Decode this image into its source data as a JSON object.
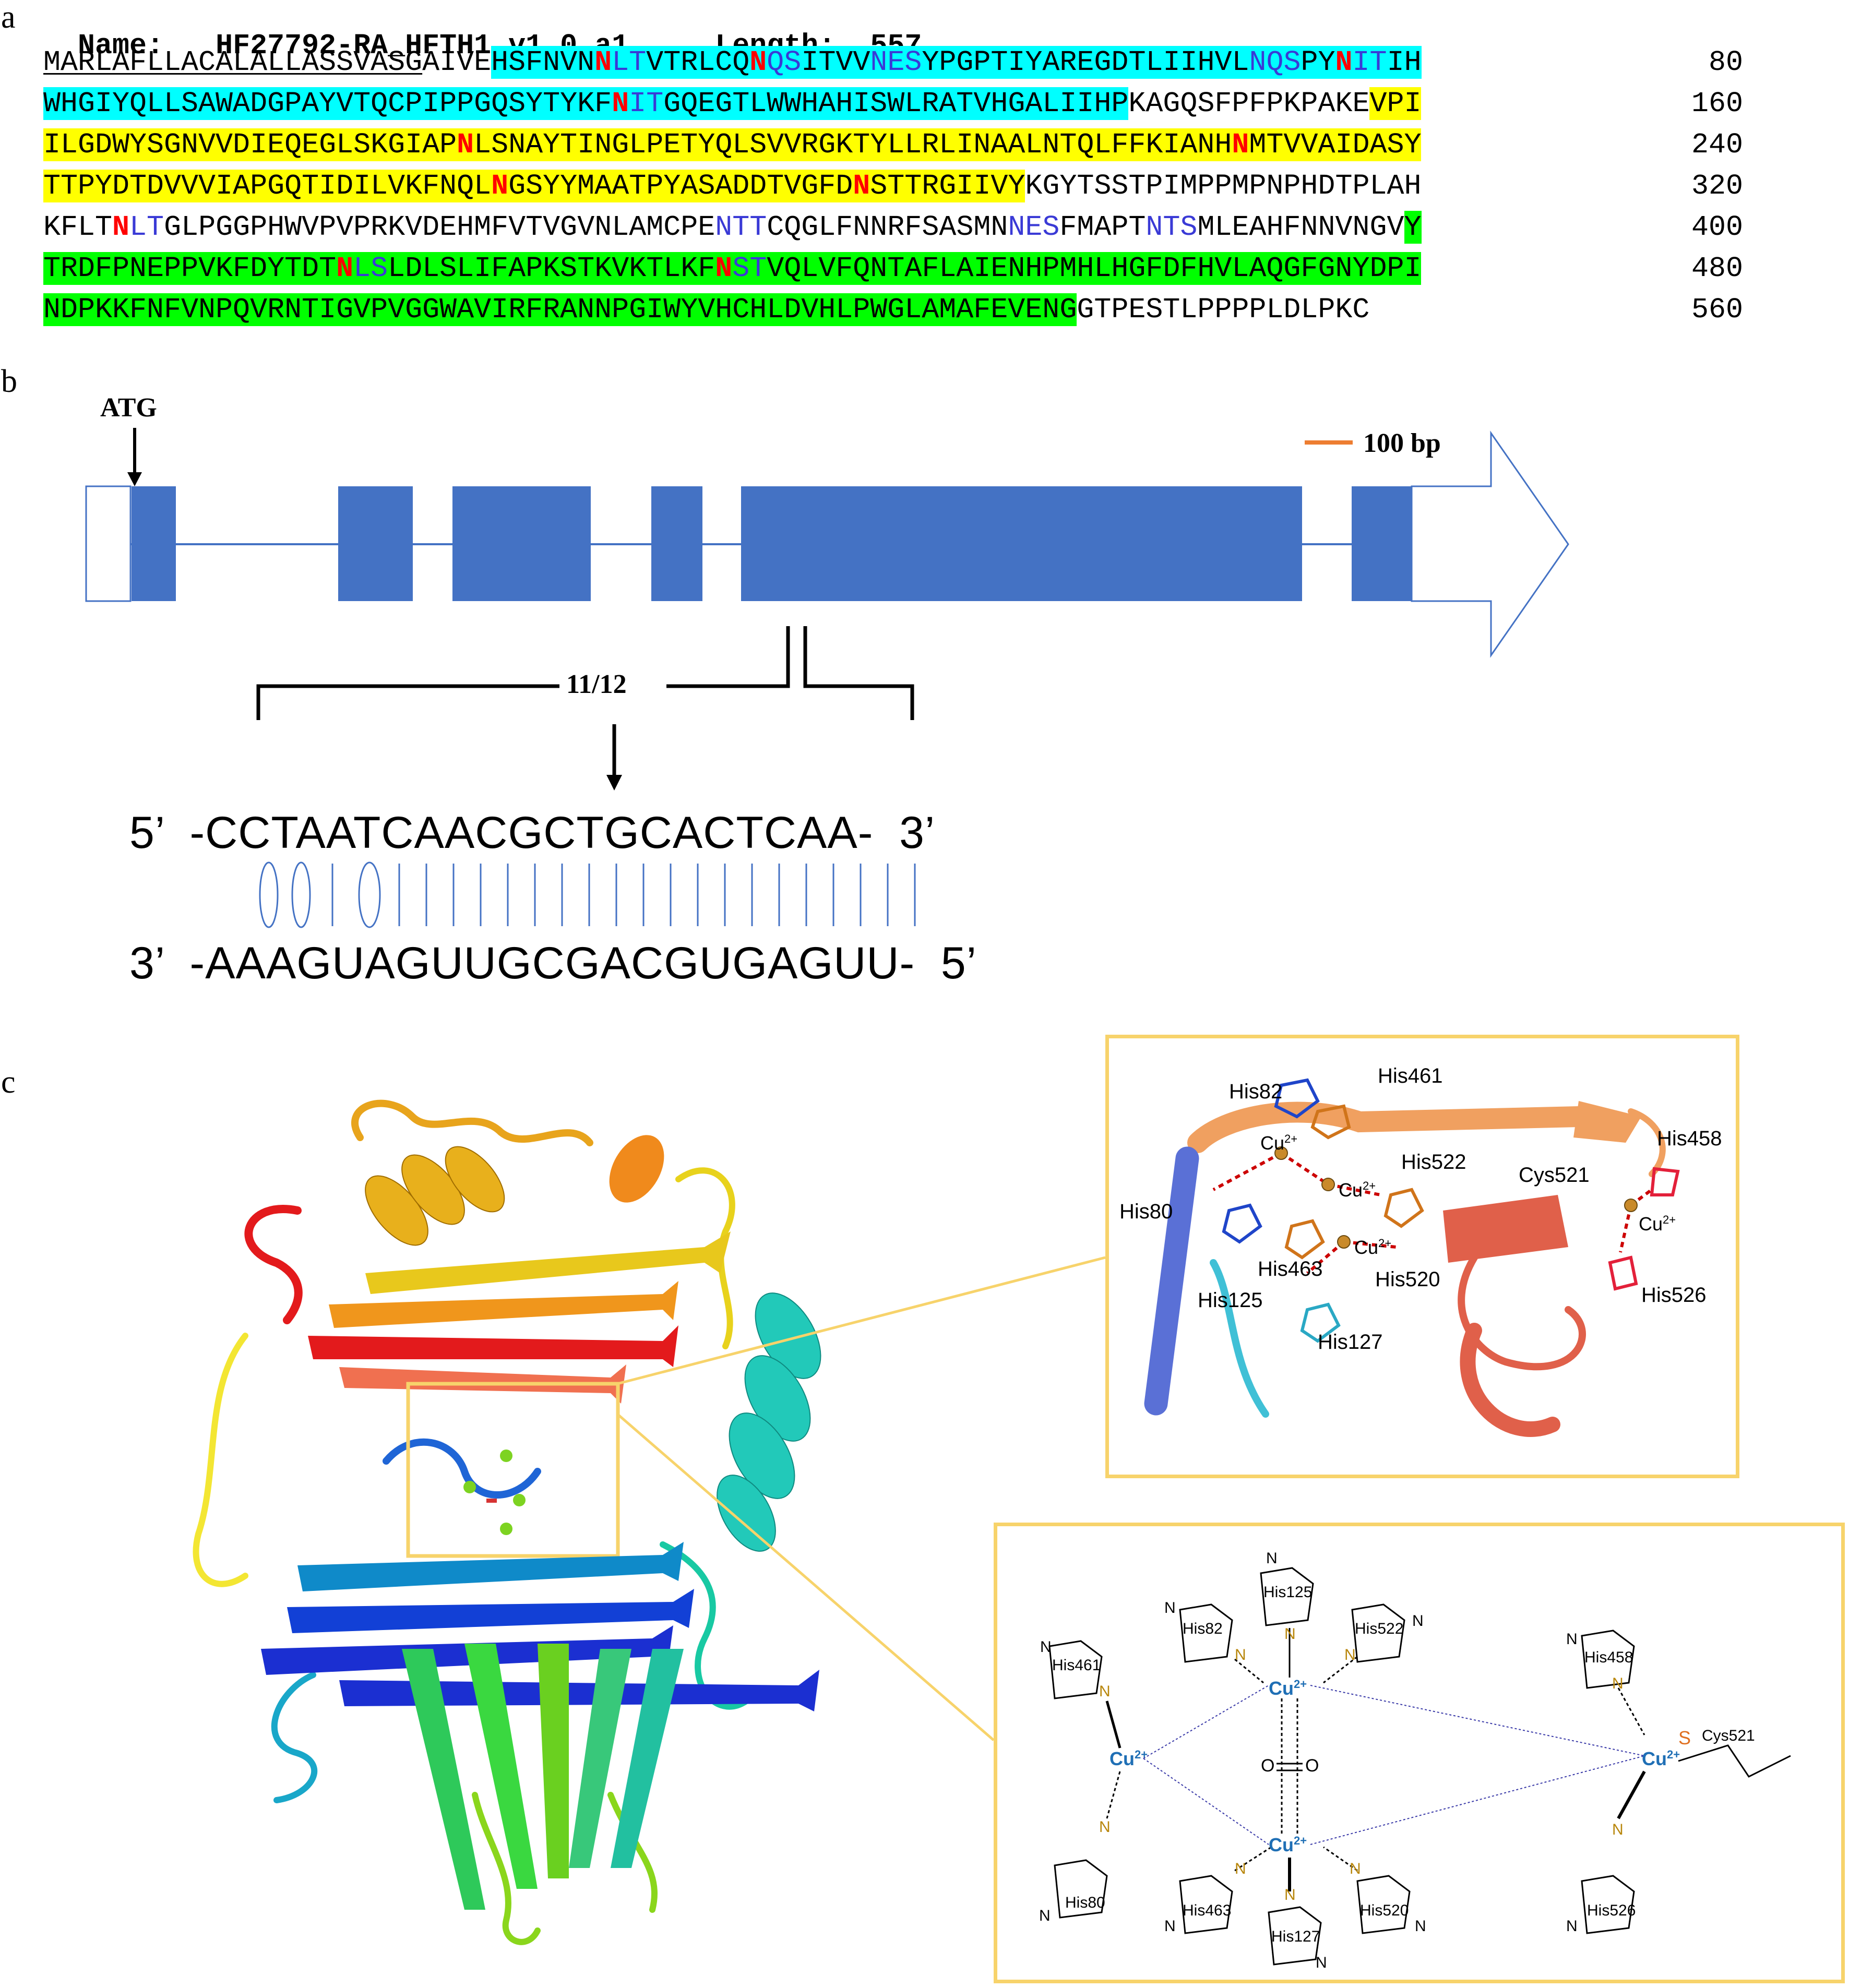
{
  "panels": {
    "a": "a",
    "b": "b",
    "c": "c"
  },
  "sequence": {
    "header_name_label": "Name:",
    "header_name": "HF27792-RA_HFTH1_v1.0.a1",
    "header_length_label": "Length:",
    "header_length": "557",
    "rows": [
      {
        "number": "80",
        "segments": [
          {
            "t": "MARLAFLLACALALLASSVASG",
            "s": "sp"
          },
          {
            "t": "AIVE",
            "s": ""
          },
          {
            "t": "HSFNVN",
            "s": "c"
          },
          {
            "t": "N",
            "s": "c nm"
          },
          {
            "t": "LT",
            "s": "c mf"
          },
          {
            "t": "VTRLCQ",
            "s": "c"
          },
          {
            "t": "N",
            "s": "c nm"
          },
          {
            "t": "QS",
            "s": "c mf"
          },
          {
            "t": "ITVV",
            "s": "c"
          },
          {
            "t": "NES",
            "s": "c mf"
          },
          {
            "t": "YPGPTIYAREGDTLIIHVL",
            "s": "c"
          },
          {
            "t": "NQS",
            "s": "c mf"
          },
          {
            "t": "PY",
            "s": "c"
          },
          {
            "t": "N",
            "s": "c nm"
          },
          {
            "t": "IT",
            "s": "c mf"
          },
          {
            "t": "IH",
            "s": "c"
          }
        ]
      },
      {
        "number": "160",
        "segments": [
          {
            "t": "WHGIYQLLSAWADGPAYVTQCPIPPGQSYTYKF",
            "s": "c"
          },
          {
            "t": "N",
            "s": "c nm"
          },
          {
            "t": "IT",
            "s": "c mf"
          },
          {
            "t": "GQEGTLWWHAHISWLRATVHGALIIHP",
            "s": "c"
          },
          {
            "t": "KAGQSFPFPKPAKE",
            "s": ""
          },
          {
            "t": "VPI",
            "s": "y"
          }
        ]
      },
      {
        "number": "240",
        "segments": [
          {
            "t": "ILGDWYSGNVVDIEQEGLSKGIAP",
            "s": "y"
          },
          {
            "t": "N",
            "s": "y nm"
          },
          {
            "t": "LSNAYTINGLPETYQLSVVRGKTYLLRLINAALNTQLFFKIANH",
            "s": "y"
          },
          {
            "t": "N",
            "s": "y nm"
          },
          {
            "t": "MTVVAIDASY",
            "s": "y"
          }
        ]
      },
      {
        "number": "320",
        "segments": [
          {
            "t": "TTPYDTDVVVIAPGQTIDILVKFNQL",
            "s": "y"
          },
          {
            "t": "N",
            "s": "y nm"
          },
          {
            "t": "GSYYMAATPYASADDTVGFD",
            "s": "y"
          },
          {
            "t": "N",
            "s": "y nm"
          },
          {
            "t": "STTRGIIVY",
            "s": "y"
          },
          {
            "t": "KGYTSSTPIMPPMPNPHDTPLAH",
            "s": ""
          }
        ]
      },
      {
        "number": "400",
        "segments": [
          {
            "t": "KFLT",
            "s": ""
          },
          {
            "t": "N",
            "s": "nm"
          },
          {
            "t": "LT",
            "s": "mf"
          },
          {
            "t": "GLPGGPHWVPVPRKVDEHMFVTVGVNLAMCPE",
            "s": ""
          },
          {
            "t": "NTT",
            "s": "mf"
          },
          {
            "t": "CQGLFNNRFSASMN",
            "s": ""
          },
          {
            "t": "NES",
            "s": "mf"
          },
          {
            "t": "FMAPT",
            "s": ""
          },
          {
            "t": "NTS",
            "s": "mf"
          },
          {
            "t": "MLEAHFNNVNGV",
            "s": ""
          },
          {
            "t": "Y",
            "s": "g"
          }
        ]
      },
      {
        "number": "480",
        "segments": [
          {
            "t": "TRDFPNEPPVKFDYTDT",
            "s": "g"
          },
          {
            "t": "N",
            "s": "g nm"
          },
          {
            "t": "LS",
            "s": "g mf"
          },
          {
            "t": "LDLSLIFAPKSTKVKTLKF",
            "s": "g"
          },
          {
            "t": "N",
            "s": "g nm"
          },
          {
            "t": "ST",
            "s": "g mf"
          },
          {
            "t": "VQLVFQNTAFLAIENHPMHLHGFDFHVLAQGFGNYDPI",
            "s": "g"
          }
        ]
      },
      {
        "number": "560",
        "segments": [
          {
            "t": "NDPKKFNFVNPQVRNTIGVPVGGWAVIRFRANNPGIWYVHCHLDVHLPWGLAMAFEVENG",
            "s": "g"
          },
          {
            "t": "GTPESTLPPPPLDLPKC",
            "s": ""
          }
        ]
      }
    ]
  },
  "gene": {
    "atg_label": "ATG",
    "scale_label": "100 bp",
    "target_label": "11/12",
    "dna_top": "5’  -CCTAATCAACGCTGCACTCAA-  3’",
    "dna_bottom": "3’  -AAAGUAGUUGCGACGUGAGUU-  5’",
    "colors": {
      "exon": "#4472c4",
      "scale": "#ed7d31"
    }
  },
  "structure": {
    "top_box_labels": {
      "his82": "His82",
      "his461": "His461",
      "his458": "His458",
      "his522": "His522",
      "cys521": "Cys521",
      "his80": "His80",
      "his463": "His463",
      "his520": "His520",
      "his125": "His125",
      "his127": "His127",
      "his526": "His526",
      "cu_a": "Cu",
      "cu_b": "Cu",
      "cu_c": "Cu",
      "cu_d": "Cu",
      "cu_charge": "2+"
    },
    "bottom_box_labels": {
      "his125": "His125",
      "his82": "His82",
      "his522": "His522",
      "his461": "His461",
      "his458": "His458",
      "cys521": "Cys521",
      "his80": "His80",
      "his463": "His463",
      "his127": "His127",
      "his520": "His520",
      "his526": "His526",
      "cu": "Cu",
      "cu_charge": "2+",
      "n": "N",
      "o": "O",
      "s": "S"
    },
    "colors": {
      "box_border": "#f7d36b",
      "cu_text": "#1f6fb5",
      "n_text": "#b8860b"
    }
  }
}
